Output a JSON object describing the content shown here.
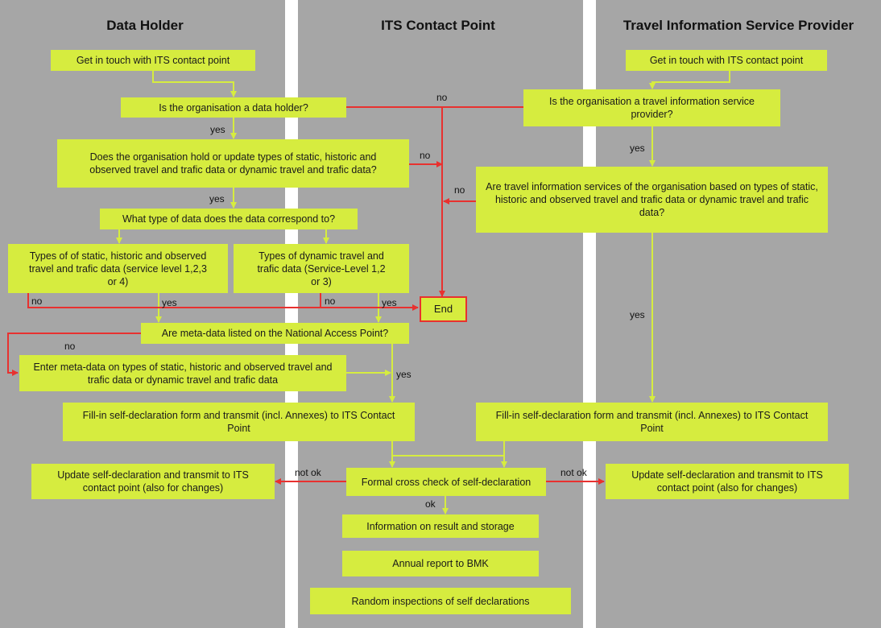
{
  "lanes": {
    "data_holder": "Data Holder",
    "its_contact_point": "ITS Contact Point",
    "tisp": "Travel Information Service Provider"
  },
  "boxes": {
    "dh_contact": "Get in touch with ITS contact point",
    "dh_question": "Is the organisation a data holder?",
    "dh_hold_update": "Does the organisation hold or update types of static, historic and observed travel and trafic data or dynamic travel and trafic data?",
    "dh_data_type": "What type of data does the data correspond to?",
    "dh_static": "Types of of static, historic and observed travel and trafic data (service level 1,2,3 or 4)",
    "dh_dynamic": "Types of dynamic travel and trafic data (Service-Level 1,2 or 3)",
    "end": "End",
    "dh_meta_listed": "Are meta-data listed on the National Access Point?",
    "dh_enter_meta": "Enter meta-data on types of static, historic and observed travel and trafic data or dynamic travel and trafic data",
    "dh_fill_form": "Fill-in self-declaration form and transmit (incl. Annexes) to ITS Contact Point",
    "dh_update": "Update self-declaration and transmit to ITS contact point (also for changes)",
    "cp_cross_check": "Formal cross check of self-declaration",
    "cp_info": "Information on result and storage",
    "cp_annual": "Annual report to BMK",
    "cp_random": "Random inspections of self declarations",
    "tisp_contact": "Get in touch with ITS contact point",
    "tisp_question": "Is the organisation a travel information service provider?",
    "tisp_based_on": "Are travel information services of the organisation based on types of static, historic and observed travel and trafic data or dynamic travel and trafic data?",
    "tisp_fill_form": "Fill-in self-declaration form and transmit (incl. Annexes) to ITS Contact Point",
    "tisp_update": "Update self-declaration and transmit to ITS contact point (also for changes)"
  },
  "labels": {
    "yes": "yes",
    "no": "no",
    "not_ok": "not ok",
    "ok": "ok"
  },
  "colors": {
    "lane_grey": "#a6a6a6",
    "box_fill": "#d6ec3f",
    "yes_arrow": "#d6ec3f",
    "no_arrow": "#e8312f"
  }
}
